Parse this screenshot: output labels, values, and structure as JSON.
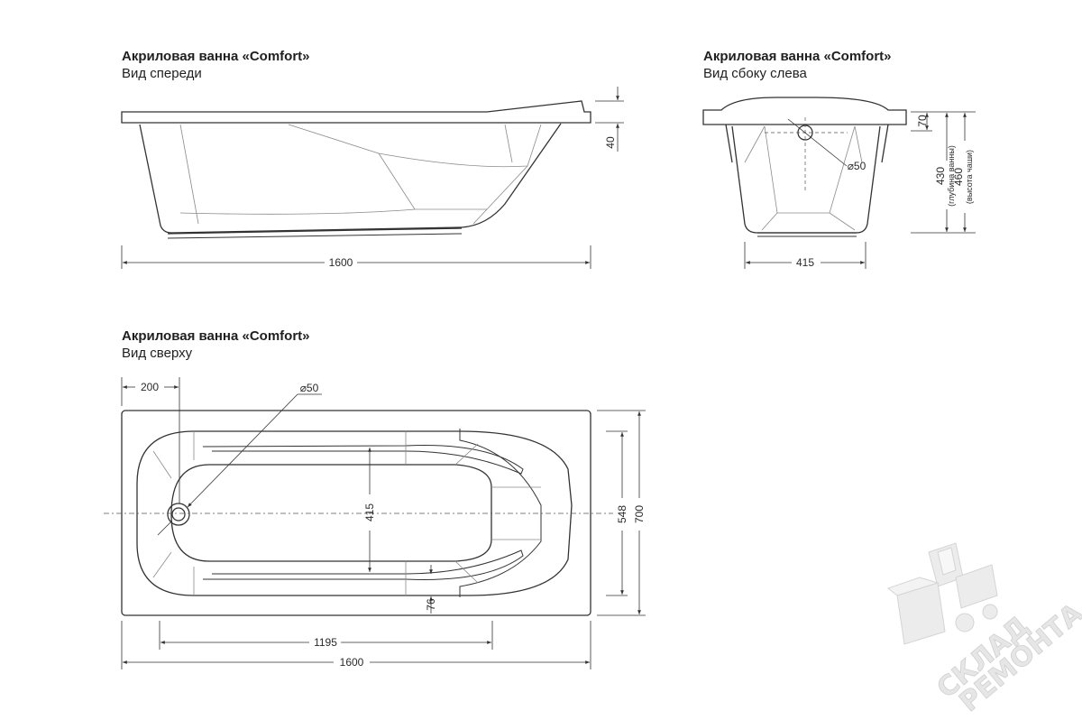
{
  "views": {
    "front": {
      "title": "Акриловая ванна «Comfort»",
      "subtitle": "Вид спереди"
    },
    "side": {
      "title": "Акриловая ванна «Comfort»",
      "subtitle": "Вид сбоку слева"
    },
    "top": {
      "title": "Акриловая ванна «Comfort»",
      "subtitle": "Вид сверху"
    }
  },
  "dimensions": {
    "front_length": "1600",
    "front_rim": "40",
    "side_width": "415",
    "side_rim": "70",
    "side_drain": "⌀50",
    "side_depth": "430",
    "side_depth_note": "(глубина ванны)",
    "side_height": "460",
    "side_height_note": "(высота чаши)",
    "top_offset": "200",
    "top_drain": "⌀50",
    "top_inner_width": "415",
    "top_bowl_width": "548",
    "top_total_width": "700",
    "top_step": "76",
    "top_bowl_length": "1195",
    "top_total_length": "1600"
  },
  "watermark": {
    "line1": "СКЛАД",
    "line2": "РЕМОНТА"
  }
}
